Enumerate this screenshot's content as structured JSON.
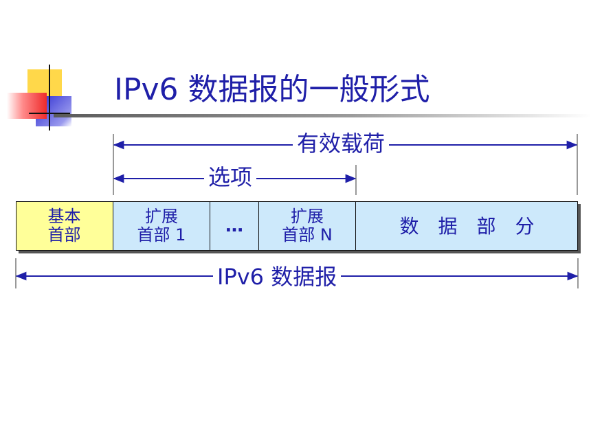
{
  "slide": {
    "title": "IPv6 数据报的一般形式"
  },
  "diagram": {
    "payload_label": "有效载荷",
    "options_label": "选项",
    "datagram_label": "IPv6 数据报",
    "segments": [
      {
        "line1": "基本",
        "line2": "首部"
      },
      {
        "line1": "扩展",
        "line2": "首部 1"
      },
      {
        "line1": "…",
        "line2": ""
      },
      {
        "line1": "扩展",
        "line2": "首部 N"
      },
      {
        "line1": "数　据　部　分",
        "line2": ""
      }
    ]
  },
  "colors": {
    "text_blue": "#1f1fa8",
    "header_yellow": "#ffff99",
    "ext_blue": "#cde9fb"
  }
}
